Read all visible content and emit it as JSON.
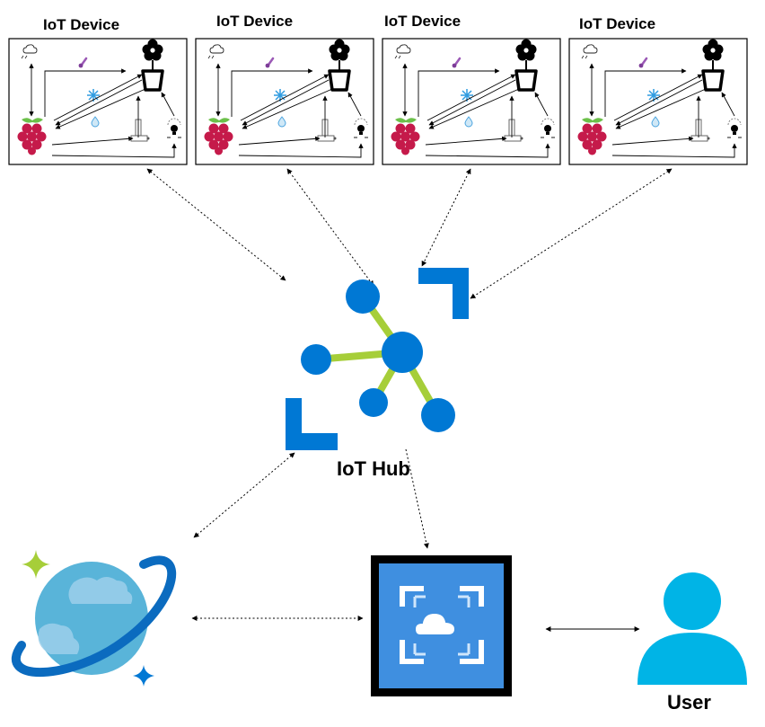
{
  "devices": [
    {
      "title": "IoT Device"
    },
    {
      "title": "IoT Device"
    },
    {
      "title": "IoT Device"
    },
    {
      "title": "IoT Device"
    }
  ],
  "hub": {
    "label": "IoT Hub"
  },
  "user": {
    "label": "User"
  },
  "icons": {
    "device_parts": [
      "cloud-rain-icon",
      "thermometer-icon",
      "snowflake-icon",
      "water-drop-icon",
      "raspberry-pi-icon",
      "flower-pot-icon",
      "pump-icon",
      "lightbulb-icon"
    ],
    "hub": "iot-hub-icon",
    "database": "cosmos-db-icon",
    "app": "app-service-icon",
    "user": "user-icon"
  },
  "colors": {
    "azure_blue": "#0078D4",
    "hub_green": "#A6CE39",
    "cosmos_blue": "#59B4D9",
    "app_blue": "#3F8FE0",
    "user_cyan": "#00B4E6",
    "raspberry": "#C51A4A"
  }
}
